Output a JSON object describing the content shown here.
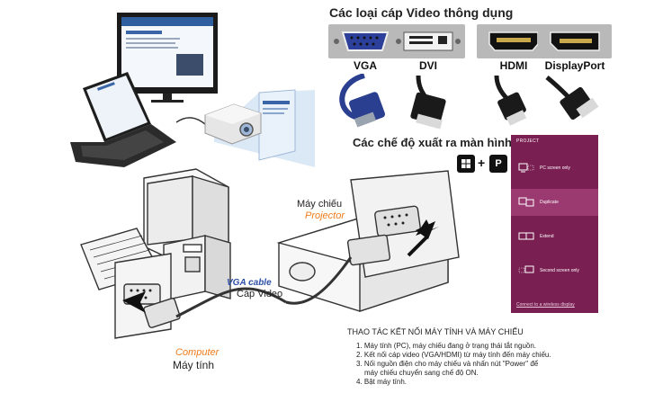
{
  "cables": {
    "title": "Các loại cáp Video thông dụng",
    "items": [
      {
        "label": "VGA",
        "plug_color": "#2a3f8f"
      },
      {
        "label": "DVI",
        "plug_color": "#1a1a1a"
      },
      {
        "label": "HDMI",
        "plug_color": "#1a1a1a"
      },
      {
        "label": "DisplayPort",
        "plug_color": "#1a1a1a"
      }
    ]
  },
  "modes": {
    "title": "Các chế độ xuất ra màn hình ngoài",
    "key_windows": "windows-logo-icon",
    "key_p": "P",
    "plus": "+"
  },
  "project_panel": {
    "title": "PROJECT",
    "options": [
      {
        "label": "PC screen only",
        "selected": false
      },
      {
        "label": "Duplicate",
        "selected": true
      },
      {
        "label": "Extend",
        "selected": false
      },
      {
        "label": "Second screen only",
        "selected": false
      }
    ],
    "link": "Connect to a wireless display",
    "bg_color": "#7a1f52"
  },
  "diagram": {
    "projector_vn": "Máy chiếu",
    "projector_en": "Projector",
    "cable_en": "VGA cable",
    "cable_vn": "Cáp Video",
    "computer_en": "Computer",
    "computer_vn": "Máy tính",
    "accent_color": "#f07c1e"
  },
  "instructions": {
    "title": "THAO TÁC KẾT NỐI MÁY TÍNH VÀ MÁY CHIẾU",
    "steps": [
      "1. Máy tính (PC), máy chiếu đang ở trạng thái tắt nguồn.",
      "2. Kết nối cáp video (VGA/HDMI) từ máy tính đến máy chiếu.",
      "3. Nối nguồn điện cho máy chiếu và nhấn nút \"Power\" để",
      "    máy chiếu chuyển sang chế độ ON.",
      "4. Bật máy tính."
    ]
  }
}
